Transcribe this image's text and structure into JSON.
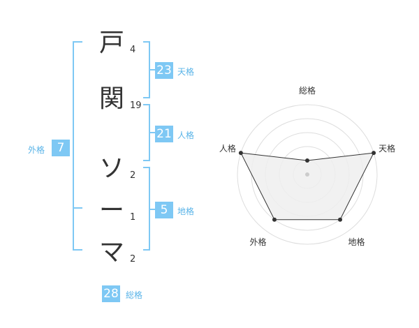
{
  "name_chars": [
    {
      "char": "戸",
      "strokes": "4"
    },
    {
      "char": "関",
      "strokes": "19"
    },
    {
      "char": "ソ",
      "strokes": "2"
    },
    {
      "char": "ー",
      "strokes": "1"
    },
    {
      "char": "マ",
      "strokes": "2"
    }
  ],
  "kaku": {
    "ten": {
      "value": "23",
      "label": "天格"
    },
    "jin": {
      "value": "21",
      "label": "人格"
    },
    "chi": {
      "value": "5",
      "label": "地格"
    },
    "gai": {
      "value": "7",
      "label": "外格"
    },
    "sou": {
      "value": "28",
      "label": "総格"
    }
  },
  "radar": {
    "axes": [
      "総格",
      "天格",
      "地格",
      "外格",
      "人格"
    ],
    "levels": 5,
    "values": [
      1,
      5,
      4,
      4,
      5
    ],
    "colors": {
      "fill": "#efefef",
      "stroke": "#333333",
      "grid": "#dddddd",
      "center": "#cccccc"
    }
  },
  "colors": {
    "accent": "#7ec8f4",
    "bracket": "#7ec8f4",
    "label": "#5ab4e8"
  }
}
